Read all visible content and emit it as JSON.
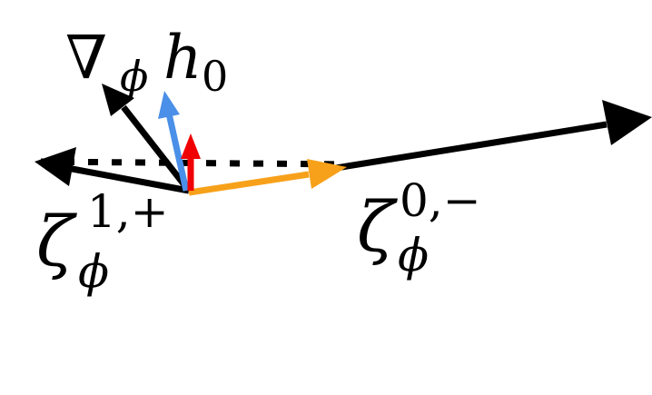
{
  "labels": {
    "gradient": {
      "nabla": "∇",
      "sub": "ϕ",
      "h": "h",
      "h_sub": "0"
    },
    "zeta_left": {
      "symbol": "ζ",
      "sup": "1,+",
      "sub": "ϕ"
    },
    "zeta_right": {
      "symbol": "ζ",
      "sup": "0,−",
      "sub": "ϕ"
    }
  },
  "colors": {
    "black": "#000000",
    "blue": "#4a8fe8",
    "red": "#f00000",
    "orange": "#f7a11a"
  }
}
